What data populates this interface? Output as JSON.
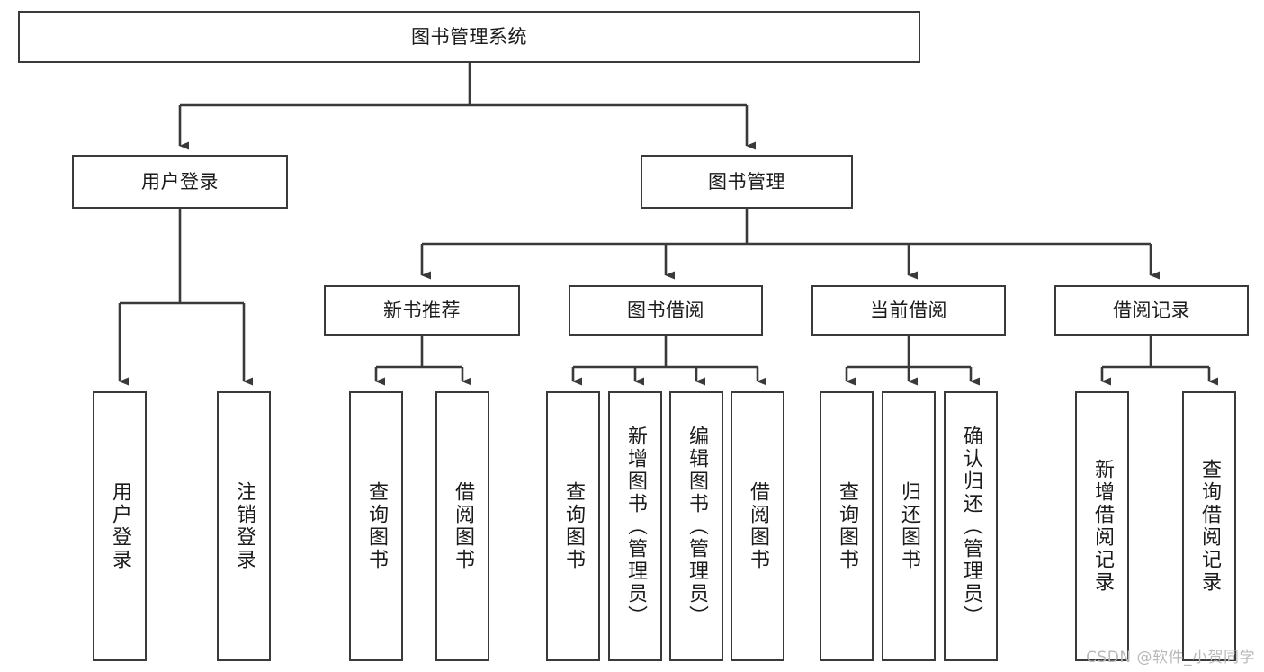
{
  "diagram": {
    "type": "tree-hierarchy",
    "title": "图书管理系统",
    "watermark": "CSDN @软件_小贺同学",
    "colors": {
      "node_border": "#3a3a3a",
      "node_fill": "#ffffff",
      "edge": "#3a3a3a",
      "text": "#1b1b1b",
      "watermark": "#b9b9b9"
    },
    "root": {
      "label": "图书管理系统"
    },
    "level1": [
      {
        "label": "用户登录"
      },
      {
        "label": "图书管理"
      }
    ],
    "level2": [
      {
        "label": "新书推荐"
      },
      {
        "label": "图书借阅"
      },
      {
        "label": "当前借阅"
      },
      {
        "label": "借阅记录"
      }
    ],
    "leaves": {
      "user_login": [
        {
          "label": "用户登录"
        },
        {
          "label": "注销登录"
        }
      ],
      "new_book_recommend": [
        {
          "label": "查询图书"
        },
        {
          "label": "借阅图书"
        }
      ],
      "book_borrow": [
        {
          "label": "查询图书"
        },
        {
          "label": "新增图书（管理员）"
        },
        {
          "label": "编辑图书（管理员）"
        },
        {
          "label": "借阅图书"
        }
      ],
      "current_borrow": [
        {
          "label": "查询图书"
        },
        {
          "label": "归还图书"
        },
        {
          "label": "确认归还（管理员）"
        }
      ],
      "borrow_record": [
        {
          "label": "新增借阅记录"
        },
        {
          "label": "查询借阅记录"
        }
      ]
    }
  }
}
